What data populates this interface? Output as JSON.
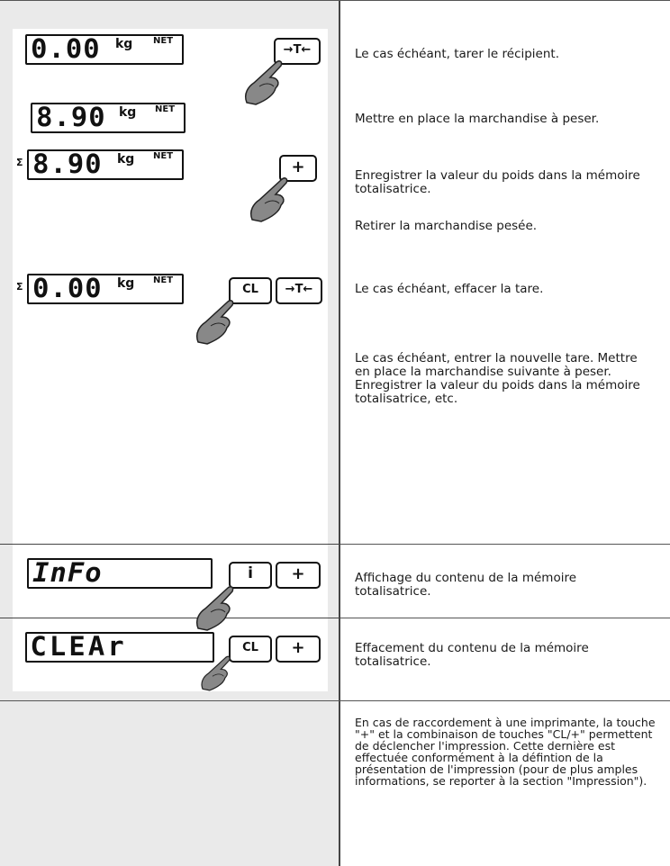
{
  "rows": [
    {
      "text": "Le cas échéant, tarer le récipient."
    },
    {
      "text": "Mettre en place la marchandise à peser."
    },
    {
      "text": "Enregistrer la valeur du poids dans la mémoire totalisatrice."
    },
    {
      "text": "Retirer la marchandise pesée."
    },
    {
      "text": "Le cas échéant, effacer la tare."
    },
    {
      "text": "Le cas échéant, entrer la nouvelle tare. Mettre en place la marchandise suivante à peser. Enregistrer la valeur du poids dans la mémoire totalisatrice, etc."
    },
    {
      "text": "Affichage du contenu de la mémoire totalisatrice."
    },
    {
      "text": "Effacement du contenu de la mémoire totalisatrice."
    },
    {
      "text": "En cas de raccordement à une imprimante, la touche \"+\" et la combinaison de touches \"CL/+\" permettent de déclencher l'impression. Cette dernière est effectuée conformément à la défintion de la présentation de l'impression (pour de plus amples informations, se reporter à la section \"Impression\")."
    }
  ],
  "displays": {
    "d1": {
      "value": "0.00",
      "unit": "kg",
      "flag": "NET",
      "sigma": ""
    },
    "d2": {
      "value": "8.90",
      "unit": "kg",
      "flag": "NET",
      "sigma": ""
    },
    "d3": {
      "value": "8.90",
      "unit": "kg",
      "flag": "NET",
      "sigma": "Σ"
    },
    "d4": {
      "value": "0.00",
      "unit": "kg",
      "flag": "NET",
      "sigma": "Σ"
    },
    "d5": {
      "value": "InFo",
      "unit": "",
      "flag": "",
      "sigma": ""
    },
    "d6": {
      "value": "CLEAr",
      "unit": "",
      "flag": "",
      "sigma": ""
    }
  },
  "keys": {
    "tare": "→T←",
    "plus": "+",
    "cl": "CL",
    "info": "i"
  },
  "icon_names": [
    "pointing-hand-icon",
    "tare-key-icon",
    "plus-key-icon",
    "clear-key-icon",
    "info-key-icon"
  ]
}
